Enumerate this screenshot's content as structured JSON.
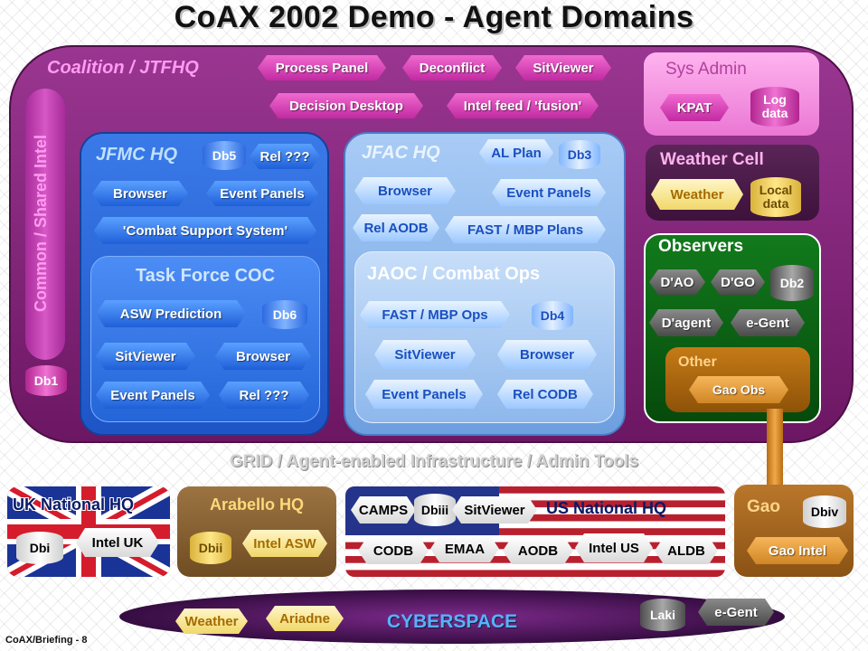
{
  "title": "CoAX 2002 Demo - Agent Domains",
  "footer": "CoAX/Briefing - 8",
  "colors": {
    "coalition": "#7d1f72",
    "jfmc": "#2a67d8",
    "jfac": "#8ab6ee",
    "weather": "#4a1d4a",
    "observers": "#0a5a12",
    "other": "#b06a0c",
    "uk": "#102880",
    "arabello": "#8c6636",
    "gao": "#a86d22",
    "cyberspace": "#5a1b66"
  },
  "coalition": {
    "label": "Coalition / JTFHQ",
    "top_buttons": [
      "Process Panel",
      "Deconflict",
      "SitViewer"
    ],
    "second_buttons": [
      "Decision Desktop",
      "Intel feed / 'fusion'"
    ],
    "common": {
      "label": "Common / Shared Intel",
      "db": "Db1"
    }
  },
  "jfmc": {
    "label": "JFMC HQ",
    "db": "Db5",
    "rel": "Rel ???",
    "browser": "Browser",
    "event_panels": "Event Panels",
    "combat": "'Combat Support System'",
    "taskforce": {
      "label": "Task Force COC",
      "asw": "ASW Prediction",
      "db": "Db6",
      "sitviewer": "SitViewer",
      "browser": "Browser",
      "event_panels": "Event Panels",
      "rel": "Rel ???"
    }
  },
  "jfac": {
    "label": "JFAC HQ",
    "al_plan": "AL Plan",
    "db": "Db3",
    "browser": "Browser",
    "event_panels": "Event Panels",
    "rel_aodb": "Rel AODB",
    "fast": "FAST / MBP Plans",
    "jaoc": {
      "label": "JAOC / Combat Ops",
      "fast": "FAST / MBP Ops",
      "db": "Db4",
      "sitviewer": "SitViewer",
      "browser": "Browser",
      "event_panels": "Event Panels",
      "rel_codb": "Rel CODB"
    }
  },
  "sysadmin": {
    "label": "Sys Admin",
    "kpat": "KPAT",
    "log": "Log data"
  },
  "weathercell": {
    "label": "Weather Cell",
    "weather": "Weather",
    "local": "Local data"
  },
  "observers": {
    "label": "Observers",
    "dao": "D'AO",
    "dgo": "D'GO",
    "db": "Db2",
    "dagent": "D'agent",
    "egent": "e-Gent",
    "other": {
      "label": "Other",
      "gao_obs": "Gao Obs"
    }
  },
  "grid_label": "GRID / Agent-enabled Infrastructure / Admin Tools",
  "uk": {
    "label": "UK National HQ",
    "db": "Dbi",
    "intel": "Intel UK"
  },
  "arabello": {
    "label": "Arabello HQ",
    "db": "Dbii",
    "intel": "Intel ASW"
  },
  "us": {
    "label": "US National HQ",
    "camps": "CAMPS",
    "db": "Dbiii",
    "sitviewer": "SitViewer",
    "codb": "CODB",
    "emaa": "EMAA",
    "aodb": "AODB",
    "intel": "Intel US",
    "aldb": "ALDB"
  },
  "gao": {
    "label": "Gao",
    "db": "Dbiv",
    "intel": "Gao Intel"
  },
  "cyber": {
    "label": "CYBERSPACE",
    "weather": "Weather",
    "ariadne": "Ariadne",
    "laki": "Laki",
    "egent": "e-Gent"
  }
}
